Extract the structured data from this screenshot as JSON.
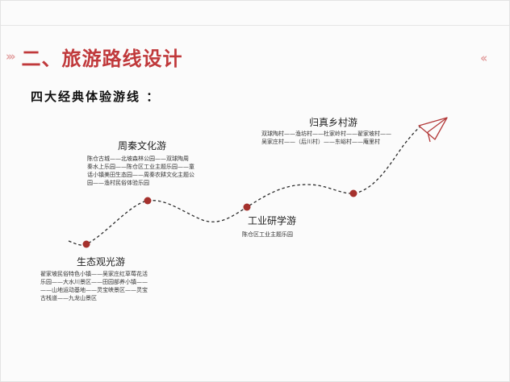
{
  "header": {
    "title": "二、旅游路线设计",
    "left_decor": "›››",
    "right_decor": "‹‹"
  },
  "subtitle": "四大经典体验游线 ：",
  "stops": [
    {
      "name": "生态观光游",
      "description": "翟家坡民俗特色小镇——吴家庄红草莓花活\n乐园——大水川景区——田园部养小镇——\n——山地运动基地——灵宝峡景区——灵宝\n古栈道——九龙山景区"
    },
    {
      "name": "周秦文化游",
      "description": "陈仓古城——北坡森林公园——双球陶周\n秦水上乐园——陈仓区工业主题乐园——童\n话小镇美田生态园——周秦农耕文化主题公\n园——渔村民俗体验乐园"
    },
    {
      "name": "工业研学游",
      "description": "陈仓区工业主题乐园"
    },
    {
      "name": "归真乡村游",
      "description": "双球陶村——渔坊村——杜家岭村——翟家坡村——\n吴家庄村——（后川村）——东峪村——庵里村"
    }
  ],
  "colors": {
    "accent": "#c0393b",
    "marker": "#a5312d",
    "decor": "#e3a2a2"
  },
  "icons": {
    "route_end": "paper-plane-icon"
  }
}
